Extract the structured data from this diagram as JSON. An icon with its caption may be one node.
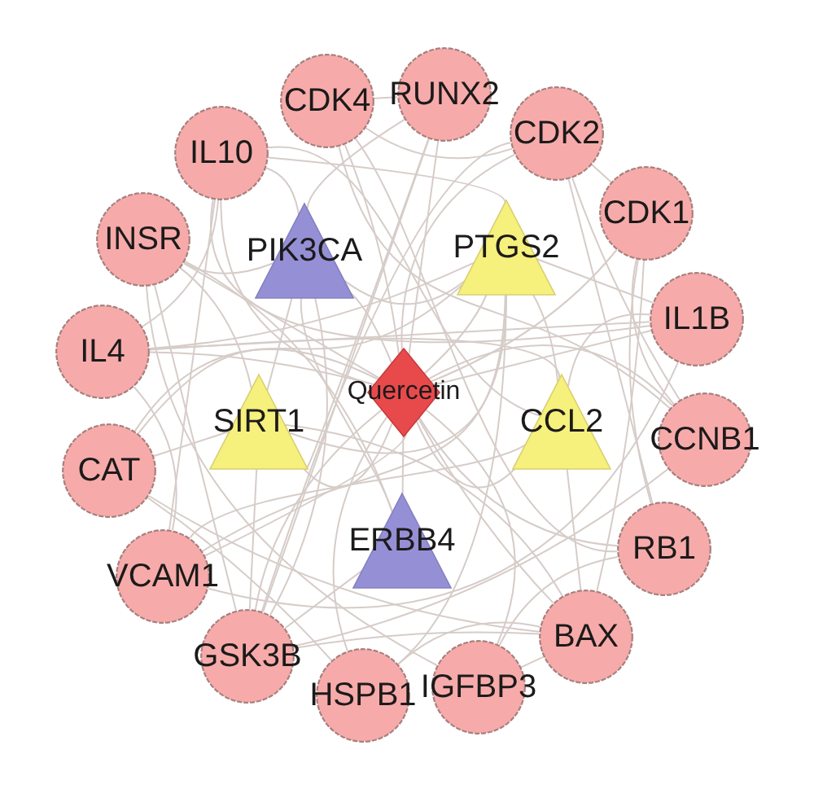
{
  "diagram": {
    "nodes": [
      {
        "text": [
          "CDK4"
        ]
      },
      {
        "text": [
          "RUNX2"
        ]
      },
      {
        "text": [
          "CDK2"
        ]
      },
      {
        "text": [
          "IL10"
        ]
      },
      {
        "text": [
          "CDK1"
        ]
      },
      {
        "text": [
          "INSR"
        ]
      },
      {
        "text": [
          "PIK3CA"
        ]
      },
      {
        "text": [
          "PTGS2"
        ]
      },
      {
        "text": [
          "IL1B"
        ]
      },
      {
        "text": [
          "IL4"
        ]
      },
      {
        "text": [
          "Quercetin"
        ]
      },
      {
        "text": [
          "SIRT1"
        ]
      },
      {
        "text": [
          "CCL2"
        ]
      },
      {
        "text": [
          "CCNB1"
        ]
      },
      {
        "text": [
          "CAT"
        ]
      },
      {
        "text": [
          "ERBB4"
        ]
      },
      {
        "text": [
          "RB1"
        ]
      },
      {
        "text": [
          "VCAM1"
        ]
      },
      {
        "text": [
          "BAX"
        ]
      },
      {
        "text": [
          "GSK3B"
        ]
      },
      {
        "text": [
          "HSPB1"
        ]
      },
      {
        "text": [
          "IGFBP3"
        ]
      }
    ],
    "edges": [
      {
        "from": 10,
        "to": 0,
        "arrow": "none"
      },
      {
        "from": 10,
        "to": 1,
        "arrow": "none"
      },
      {
        "from": 10,
        "to": 2,
        "arrow": "none"
      },
      {
        "from": 10,
        "to": 3,
        "arrow": "none"
      },
      {
        "from": 10,
        "to": 4,
        "arrow": "none"
      },
      {
        "from": 10,
        "to": 5,
        "arrow": "none"
      },
      {
        "from": 10,
        "to": 6,
        "arrow": "none"
      },
      {
        "from": 10,
        "to": 7,
        "arrow": "none"
      },
      {
        "from": 10,
        "to": 8,
        "arrow": "none"
      },
      {
        "from": 10,
        "to": 9,
        "arrow": "none"
      },
      {
        "from": 10,
        "to": 11,
        "arrow": "none"
      },
      {
        "from": 10,
        "to": 12,
        "arrow": "none"
      },
      {
        "from": 10,
        "to": 13,
        "arrow": "none"
      },
      {
        "from": 10,
        "to": 14,
        "arrow": "none"
      },
      {
        "from": 10,
        "to": 15,
        "arrow": "none"
      },
      {
        "from": 10,
        "to": 16,
        "arrow": "none"
      },
      {
        "from": 10,
        "to": 17,
        "arrow": "none"
      },
      {
        "from": 10,
        "to": 18,
        "arrow": "none"
      },
      {
        "from": 10,
        "to": 19,
        "arrow": "none"
      },
      {
        "from": 10,
        "to": 20,
        "arrow": "none"
      },
      {
        "from": 10,
        "to": 21,
        "arrow": "none"
      },
      {
        "from": 0,
        "to": 2,
        "arrow": "none"
      },
      {
        "from": 0,
        "to": 16,
        "arrow": "none"
      },
      {
        "from": 0,
        "to": 13,
        "arrow": "none"
      },
      {
        "from": 2,
        "to": 4,
        "arrow": "none"
      },
      {
        "from": 2,
        "to": 13,
        "arrow": "none"
      },
      {
        "from": 4,
        "to": 13,
        "arrow": "none"
      },
      {
        "from": 2,
        "to": 16,
        "arrow": "none"
      },
      {
        "from": 4,
        "to": 16,
        "arrow": "none"
      },
      {
        "from": 3,
        "to": 9,
        "arrow": "none"
      },
      {
        "from": 3,
        "to": 8,
        "arrow": "none"
      },
      {
        "from": 9,
        "to": 8,
        "arrow": "none"
      },
      {
        "from": 8,
        "to": 12,
        "arrow": "none"
      },
      {
        "from": 3,
        "to": 12,
        "arrow": "none"
      },
      {
        "from": 9,
        "to": 12,
        "arrow": "none"
      },
      {
        "from": 17,
        "to": 8,
        "arrow": "none"
      },
      {
        "from": 17,
        "to": 12,
        "arrow": "none"
      },
      {
        "from": 17,
        "to": 9,
        "arrow": "none"
      },
      {
        "from": 17,
        "to": 3,
        "arrow": "none"
      },
      {
        "from": 7,
        "to": 8,
        "arrow": "none"
      },
      {
        "from": 7,
        "to": 3,
        "arrow": "none"
      },
      {
        "from": 7,
        "to": 9,
        "arrow": "none"
      },
      {
        "from": 7,
        "to": 12,
        "arrow": "none"
      },
      {
        "from": 7,
        "to": 17,
        "arrow": "none"
      },
      {
        "from": 7,
        "to": 14,
        "arrow": "none"
      },
      {
        "from": 11,
        "to": 14,
        "arrow": "none"
      },
      {
        "from": 11,
        "to": 7,
        "arrow": "none"
      },
      {
        "from": 11,
        "to": 18,
        "arrow": "none"
      },
      {
        "from": 11,
        "to": 5,
        "arrow": "none"
      },
      {
        "from": 11,
        "to": 19,
        "arrow": "none"
      },
      {
        "from": 11,
        "to": 1,
        "arrow": "none"
      },
      {
        "from": 6,
        "to": 5,
        "arrow": "none"
      },
      {
        "from": 6,
        "to": 19,
        "arrow": "none"
      },
      {
        "from": 6,
        "to": 15,
        "arrow": "none"
      },
      {
        "from": 6,
        "to": 7,
        "arrow": "none"
      },
      {
        "from": 6,
        "to": 3,
        "arrow": "none"
      },
      {
        "from": 6,
        "to": 11,
        "arrow": "none"
      },
      {
        "from": 5,
        "to": 21,
        "arrow": "none"
      },
      {
        "from": 5,
        "to": 19,
        "arrow": "none"
      },
      {
        "from": 18,
        "to": 4,
        "arrow": "none"
      },
      {
        "from": 18,
        "to": 19,
        "arrow": "none"
      },
      {
        "from": 18,
        "to": 14,
        "arrow": "none"
      },
      {
        "from": 18,
        "to": 12,
        "arrow": "none"
      },
      {
        "from": 20,
        "to": 18,
        "arrow": "none"
      },
      {
        "from": 20,
        "to": 14,
        "arrow": "none"
      },
      {
        "from": 20,
        "to": 7,
        "arrow": "none"
      },
      {
        "from": 19,
        "to": 13,
        "arrow": "none"
      },
      {
        "from": 19,
        "to": 2,
        "arrow": "none"
      },
      {
        "from": 21,
        "to": 16,
        "arrow": "none"
      },
      {
        "from": 21,
        "to": 18,
        "arrow": "none"
      },
      {
        "from": 1,
        "to": 0,
        "arrow": "none"
      },
      {
        "from": 1,
        "to": 19,
        "arrow": "none"
      },
      {
        "from": 1,
        "to": 6,
        "arrow": "none"
      },
      {
        "from": 15,
        "to": 5,
        "arrow": "none"
      },
      {
        "from": 15,
        "to": 19,
        "arrow": "none"
      }
    ]
  }
}
